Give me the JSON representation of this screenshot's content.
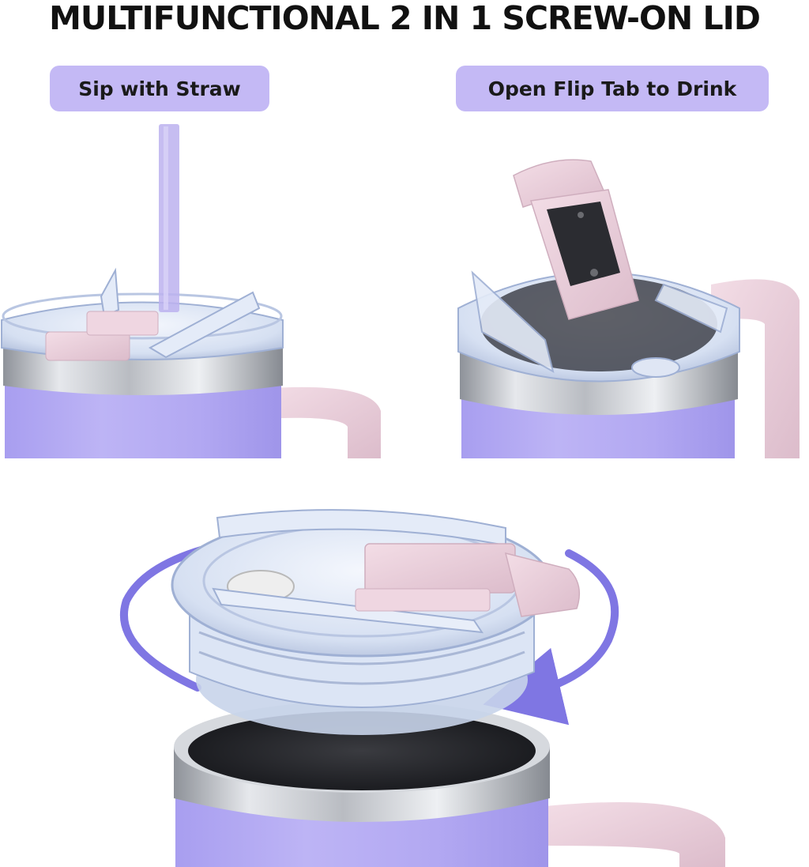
{
  "header": {
    "title": "MULTIFUNCTIONAL 2 IN 1 SCREW-ON LID"
  },
  "labels": {
    "straw_mode": "Sip with Straw",
    "flip_mode": "Open Flip Tab to Drink"
  },
  "colors": {
    "pill_background": "#c4b9f5",
    "tumbler_body": "#b6acf2",
    "handle_pink": "#ecd3de",
    "steel": "#c9ccd1",
    "lid_clear": "#dfe8f7",
    "arrow_purple": "#7f76e3"
  }
}
